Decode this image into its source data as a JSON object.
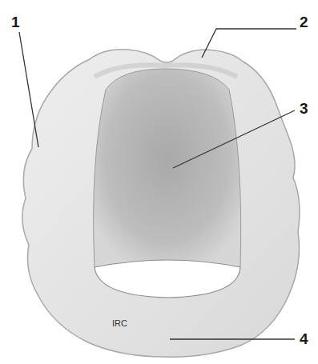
{
  "diagram": {
    "labels": [
      "1",
      "2",
      "3",
      "4",
      "IRC"
    ]
  }
}
